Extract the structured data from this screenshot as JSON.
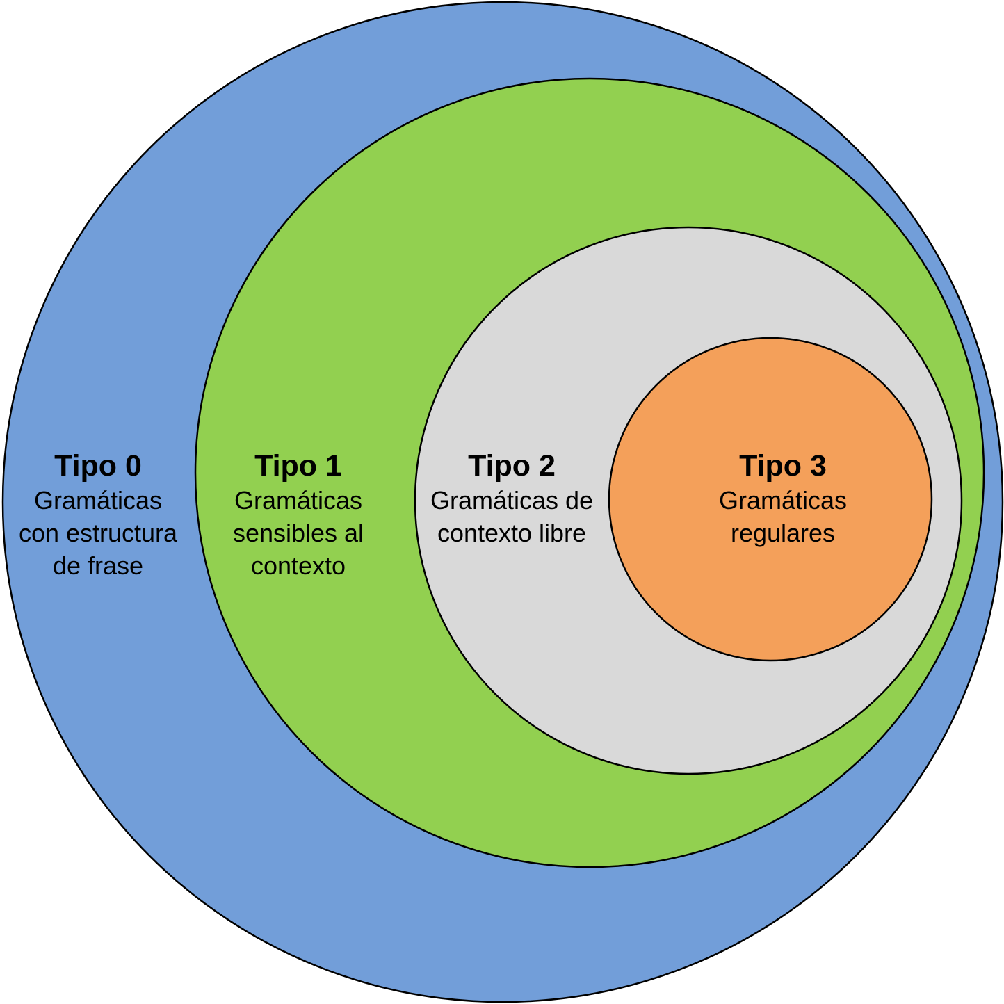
{
  "colors": {
    "tipo0": "#729ED9",
    "tipo1": "#92D050",
    "tipo2": "#D9D9D9",
    "tipo3": "#F4A05A",
    "stroke": "#000000"
  },
  "levels": [
    {
      "title": "Tipo 0",
      "lines": [
        "Gramáticas",
        "con estructura",
        "de frase"
      ]
    },
    {
      "title": "Tipo 1",
      "lines": [
        "Gramáticas",
        "sensibles al",
        "contexto"
      ]
    },
    {
      "title": "Tipo 2",
      "lines": [
        "Gramáticas de",
        "contexto libre"
      ]
    },
    {
      "title": "Tipo 3",
      "lines": [
        "Gramáticas",
        "regulares"
      ]
    }
  ]
}
